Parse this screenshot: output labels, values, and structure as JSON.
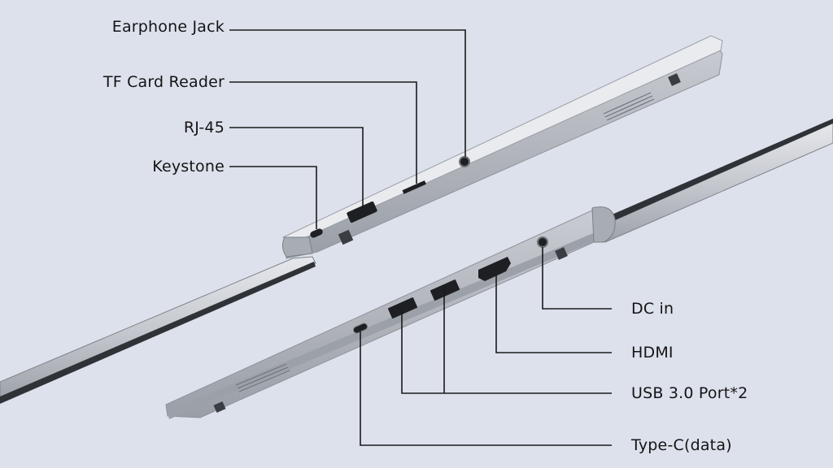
{
  "labels": {
    "earphone_jack": "Earphone Jack",
    "tf_card_reader": "TF Card Reader",
    "rj45": "RJ-45",
    "keystone": "Keystone",
    "dc_in": "DC in",
    "hdmi": "HDMI",
    "usb30_ports": "USB 3.0 Port*2",
    "type_c_data": "Type-C(data)"
  },
  "colors": {
    "background": "#dde1ec",
    "chassis": "#b9bcc3",
    "chassis_edge": "#8c9098",
    "screen_edge": "#2e3136",
    "leader_line": "#1a1a1a",
    "label_text": "#141414"
  }
}
